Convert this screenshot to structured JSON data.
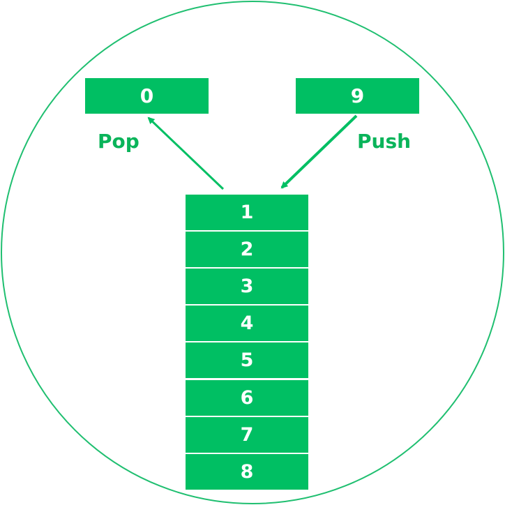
{
  "colors": {
    "box_fill": "#00bf63",
    "outline": "#1fbf70",
    "label_text": "#0ab45a",
    "box_text": "#ffffff"
  },
  "popped_box": {
    "value": "0"
  },
  "pushed_box": {
    "value": "9"
  },
  "labels": {
    "pop": "Pop",
    "push": "Push"
  },
  "stack": {
    "items": [
      "1",
      "2",
      "3",
      "4",
      "5",
      "6",
      "7",
      "8"
    ]
  }
}
